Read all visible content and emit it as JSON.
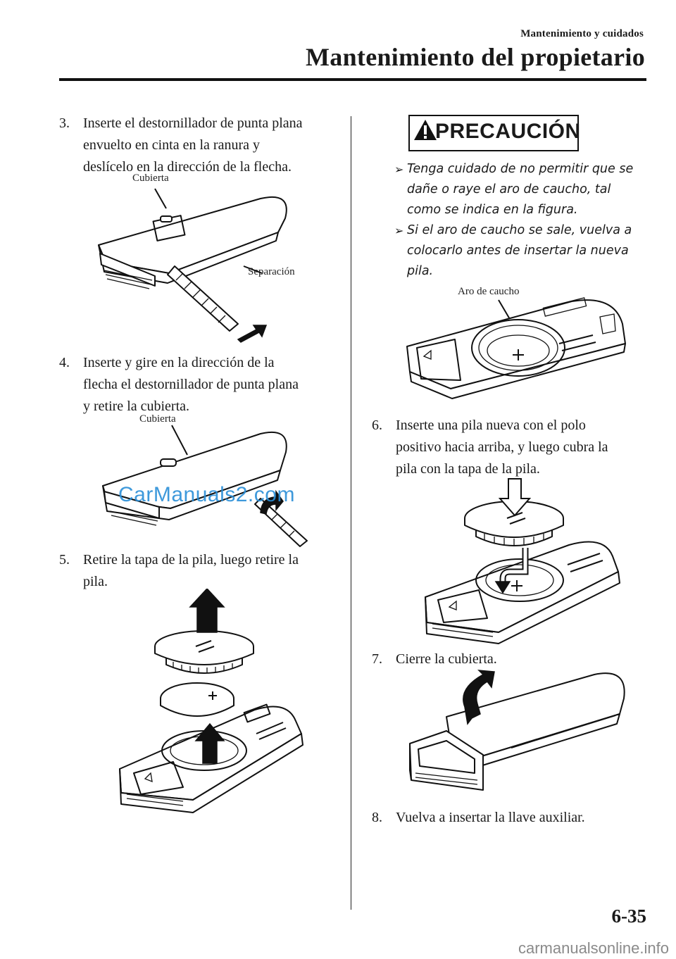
{
  "header": {
    "section": "Mantenimiento y cuidados",
    "title": "Mantenimiento del propietario"
  },
  "steps": {
    "s3": {
      "num": "3.",
      "lines": [
        "Inserte el destornillador de punta plana",
        "envuelto en cinta en la ranura y",
        "deslícelo en la dirección de la flecha."
      ]
    },
    "s4": {
      "num": "4.",
      "lines": [
        "Inserte y gire en la dirección de la",
        "flecha el destornillador de punta plana",
        "y retire la cubierta."
      ]
    },
    "s5": {
      "num": "5.",
      "lines": [
        "Retire la tapa de la pila, luego retire la",
        "pila."
      ]
    },
    "s6": {
      "num": "6.",
      "lines": [
        "Inserte una pila nueva con el polo",
        "positivo hacia arriba, y luego cubra la",
        "pila con la tapa de la pila."
      ]
    },
    "s7": {
      "num": "7.",
      "lines": [
        "Cierre la cubierta."
      ]
    },
    "s8": {
      "num": "8.",
      "lines": [
        "Vuelva a insertar la llave auxiliar."
      ]
    }
  },
  "callouts": {
    "cubierta_1": "Cubierta",
    "separacion": "Separación",
    "cubierta_2": "Cubierta",
    "aro": "Aro de caucho"
  },
  "caution": {
    "title": "PRECAUCIÓN",
    "items": [
      [
        "Tenga cuidado de no permitir que se",
        "dañe o raye el aro de caucho, tal",
        "como se indica en la figura."
      ],
      [
        "Si el aro de caucho se sale, vuelva a",
        "colocarlo antes de insertar la nueva",
        "pila."
      ]
    ]
  },
  "watermark": "CarManuals2.com",
  "page_number": "6-35",
  "footer_url": "carmanualsonline.info"
}
